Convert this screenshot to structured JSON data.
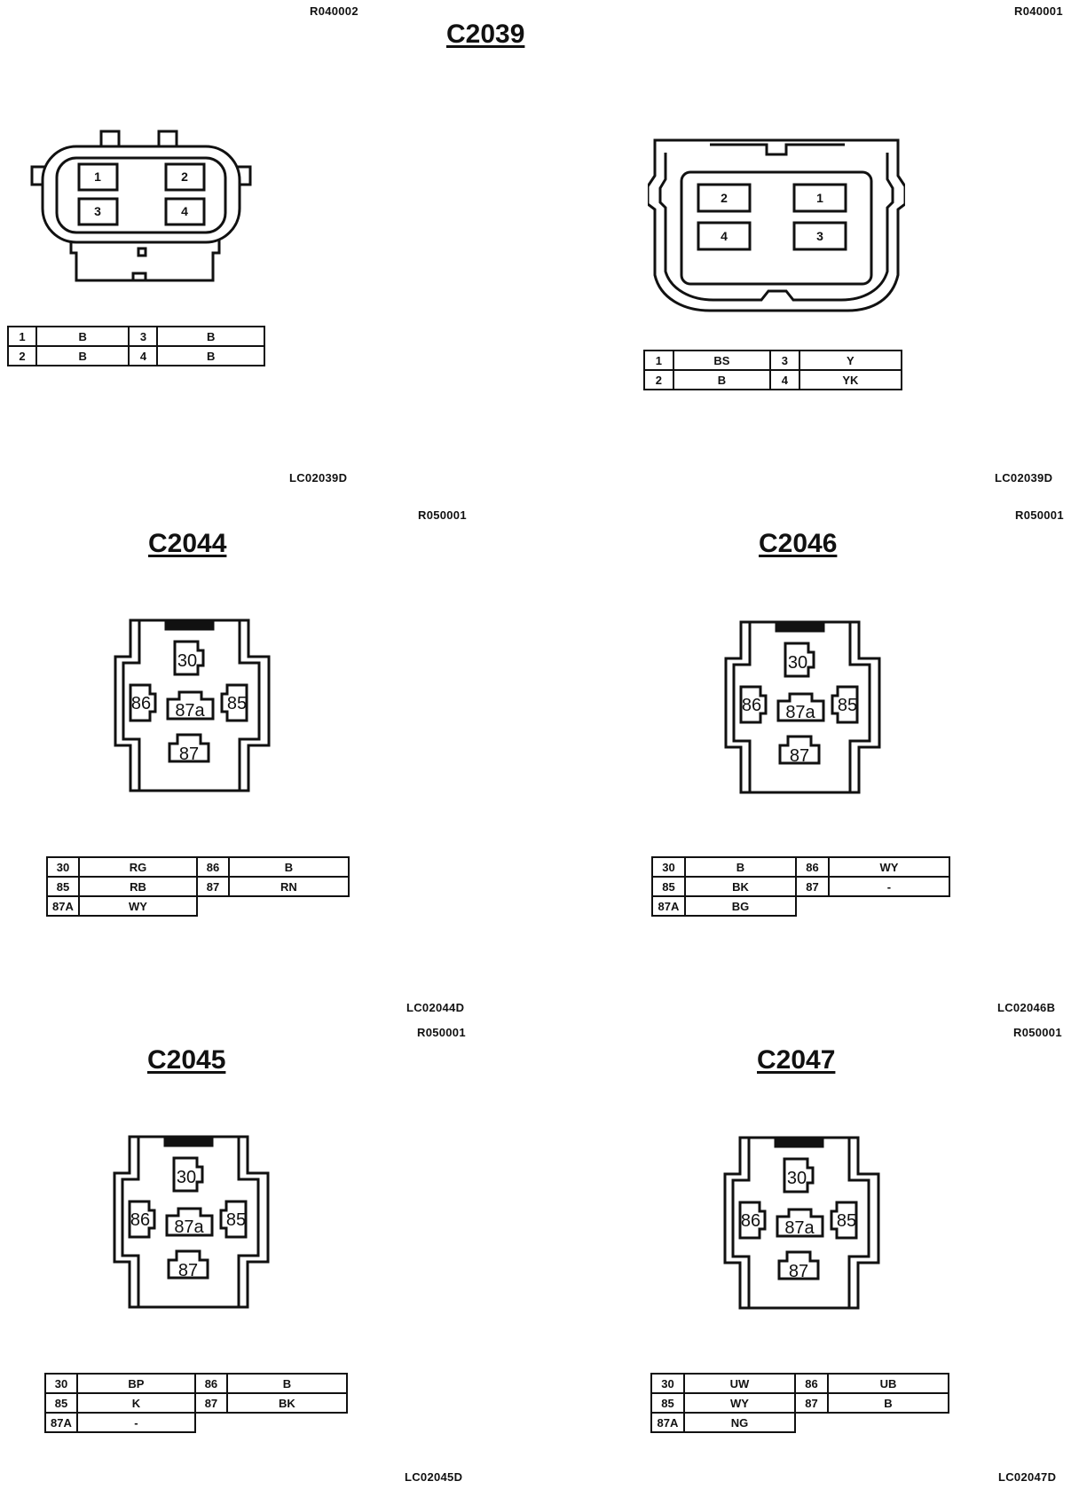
{
  "c2039": {
    "title": "C2039",
    "left": {
      "ref_top": "R040002",
      "ref_bottom": "LC02039D",
      "pins": [
        "1",
        "2",
        "3",
        "4"
      ],
      "table": [
        [
          "1",
          "B",
          "3",
          "B"
        ],
        [
          "2",
          "B",
          "4",
          "B"
        ]
      ]
    },
    "right": {
      "ref_top": "R040001",
      "ref_bottom": "LC02039D",
      "pins": [
        "2",
        "1",
        "4",
        "3"
      ],
      "table": [
        [
          "1",
          "BS",
          "3",
          "Y"
        ],
        [
          "2",
          "B",
          "4",
          "YK"
        ]
      ]
    }
  },
  "relay_pins": {
    "p30": "30",
    "p86": "86",
    "p85": "85",
    "p87a": "87a",
    "p87": "87"
  },
  "c2044": {
    "title": "C2044",
    "ref_top": "R050001",
    "ref_bottom": "LC02044D",
    "table": [
      [
        "30",
        "RG",
        "86",
        "B"
      ],
      [
        "85",
        "RB",
        "87",
        "RN"
      ],
      [
        "87A",
        "WY"
      ]
    ]
  },
  "c2046": {
    "title": "C2046",
    "ref_top": "R050001",
    "ref_bottom": "LC02046B",
    "table": [
      [
        "30",
        "B",
        "86",
        "WY"
      ],
      [
        "85",
        "BK",
        "87",
        "-"
      ],
      [
        "87A",
        "BG"
      ]
    ]
  },
  "c2045": {
    "title": "C2045",
    "ref_top": "R050001",
    "ref_bottom": "LC02045D",
    "table": [
      [
        "30",
        "BP",
        "86",
        "B"
      ],
      [
        "85",
        "K",
        "87",
        "BK"
      ],
      [
        "87A",
        "-"
      ]
    ]
  },
  "c2047": {
    "title": "C2047",
    "ref_top": "R050001",
    "ref_bottom": "LC02047D",
    "table": [
      [
        "30",
        "UW",
        "86",
        "UB"
      ],
      [
        "85",
        "WY",
        "87",
        "B"
      ],
      [
        "87A",
        "NG"
      ]
    ]
  }
}
